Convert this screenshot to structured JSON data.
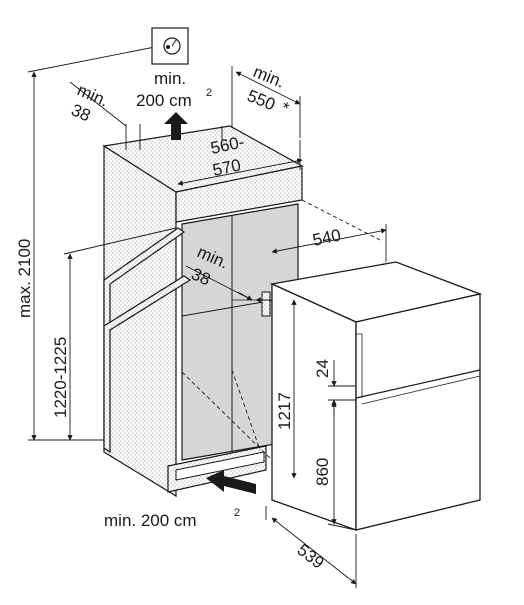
{
  "labels": {
    "vent_top_area": "min.",
    "vent_top_area_value": "200 cm",
    "vent_top_area_exp": "2",
    "top_depth_prefix": "min.",
    "top_depth_value": "550",
    "top_depth_mark": "*",
    "left_gap_prefix": "min.",
    "left_gap_value": "38",
    "niche_width_line1": "560-",
    "niche_width_line2": "570",
    "niche_height_max": "max. 2100",
    "side_height": "1220-1225",
    "inner_gap_prefix": "min.",
    "inner_gap_value": "38",
    "appliance_width": "540",
    "appliance_height": "1217",
    "door_gap": "24",
    "lower_door_height": "860",
    "appliance_depth": "539",
    "vent_bottom_area": "min. 200 cm",
    "vent_bottom_area_exp": "2"
  },
  "icons": {
    "room_vent": "circular-vent-icon",
    "up_arrow": "air-up-arrow-icon",
    "in_arrow": "air-in-arrow-icon"
  },
  "colors": {
    "line": "#1a1a1a",
    "hatch": "#8a8a8a",
    "panel_fill": "#dedede",
    "inner_fill": "#cfcfcf"
  }
}
